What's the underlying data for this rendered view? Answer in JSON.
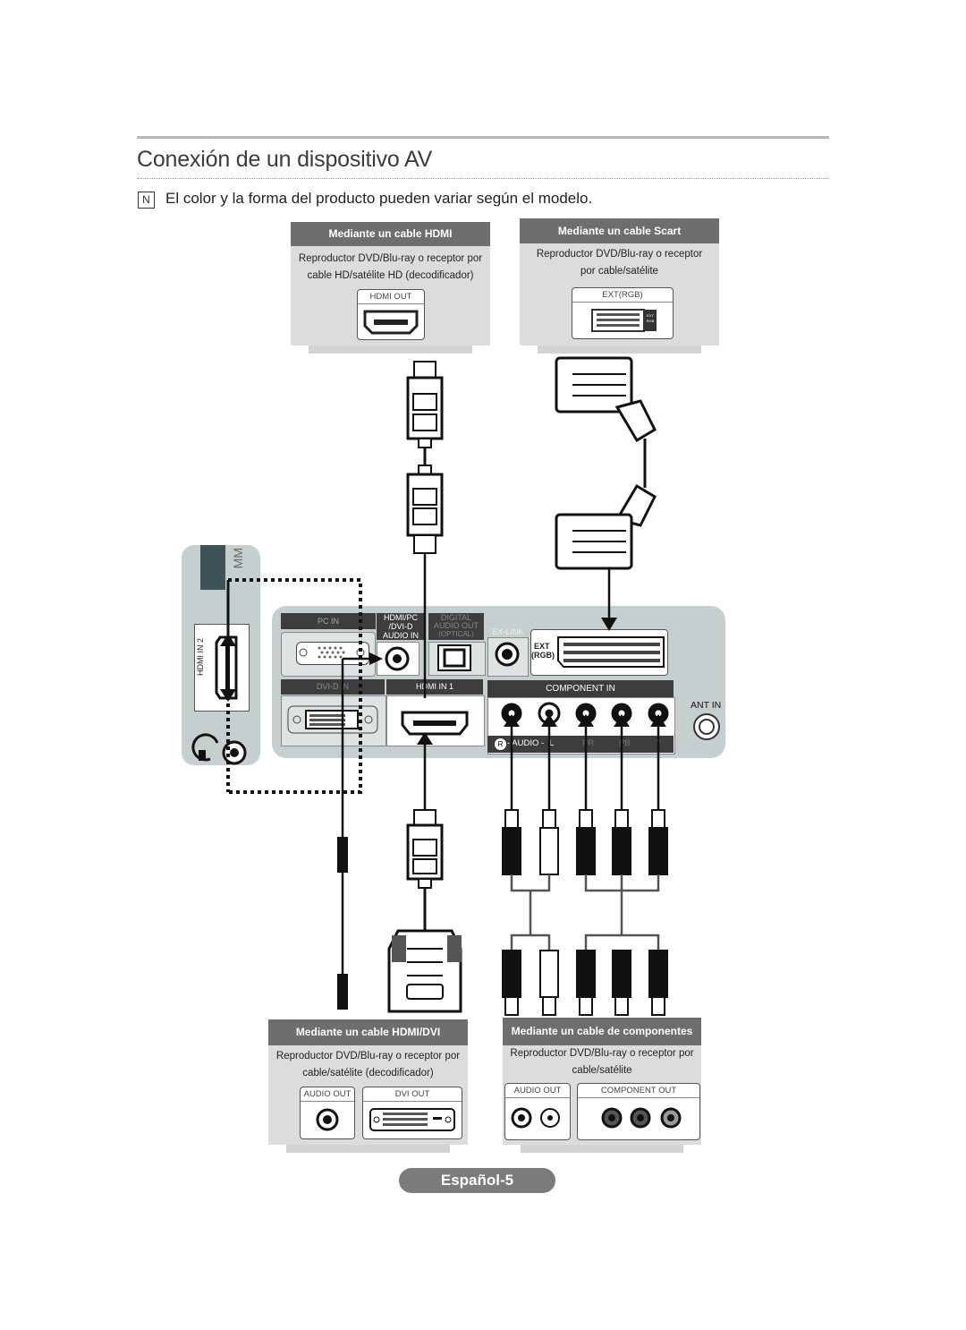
{
  "page": {
    "title": "Conexión de un dispositivo AV",
    "note_icon": "N",
    "note": "El color y la forma del producto pueden variar según el modelo.",
    "page_number": "Español-5"
  },
  "boxes": {
    "hdmi": {
      "heading": "Mediante un cable HDMI",
      "desc_line1": "Reproductor DVD/Blu-ray o receptor por",
      "desc_line2": "cable HD/satélite HD (decodificador)",
      "port": "HDMI OUT"
    },
    "scart": {
      "heading": "Mediante un cable Scart",
      "desc_line1": "Reproductor DVD/Blu-ray o receptor",
      "desc_line2": "por cable/satélite",
      "port": "EXT(RGB)",
      "port_badge": "EXT RGB"
    },
    "hdmi_dvi": {
      "heading": "Mediante un cable HDMI/DVI",
      "desc_line1": "Reproductor DVD/Blu-ray o receptor por",
      "desc_line2": "cable/satélite (decodificador)",
      "port_audio": "AUDIO OUT",
      "port_dvi": "DVI OUT"
    },
    "component": {
      "heading": "Mediante un cable de componentes",
      "desc_line1": "Reproductor DVD/Blu-ray o receptor por",
      "desc_line2": "cable/satélite",
      "port_audio": "AUDIO OUT",
      "port_component": "COMPONENT OUT"
    }
  },
  "tv_panel": {
    "pc_in": "PC IN",
    "hdmi_pc_audio_1": "HDMI/PC",
    "hdmi_pc_audio_2": "/DVI-D",
    "hdmi_pc_audio_3": "AUDIO IN",
    "digital_1": "DIGITAL",
    "digital_2": "AUDIO OUT",
    "digital_3": "(OPTICAL)",
    "ex_link": "EX-LINK",
    "ext_1": "EXT",
    "ext_2": "(RGB)",
    "dvi_d_in": "DVI-D IN",
    "hdmi_in_1": "HDMI IN 1",
    "component_in": "COMPONENT IN",
    "ant_in": "ANT IN",
    "audio_r": "R",
    "audio_label": "- AUDIO -",
    "audio_l": "L",
    "pr": "PR",
    "pb": "PB",
    "y": "Y",
    "hdmi_in_2": "HDMI IN 2",
    "side_label": "MM"
  },
  "colors": {
    "panel": "#c6cfcf",
    "dark_bar": "#3d3d3d",
    "box_bg": "#dcdcdc",
    "box_head": "#6e6e6e"
  }
}
